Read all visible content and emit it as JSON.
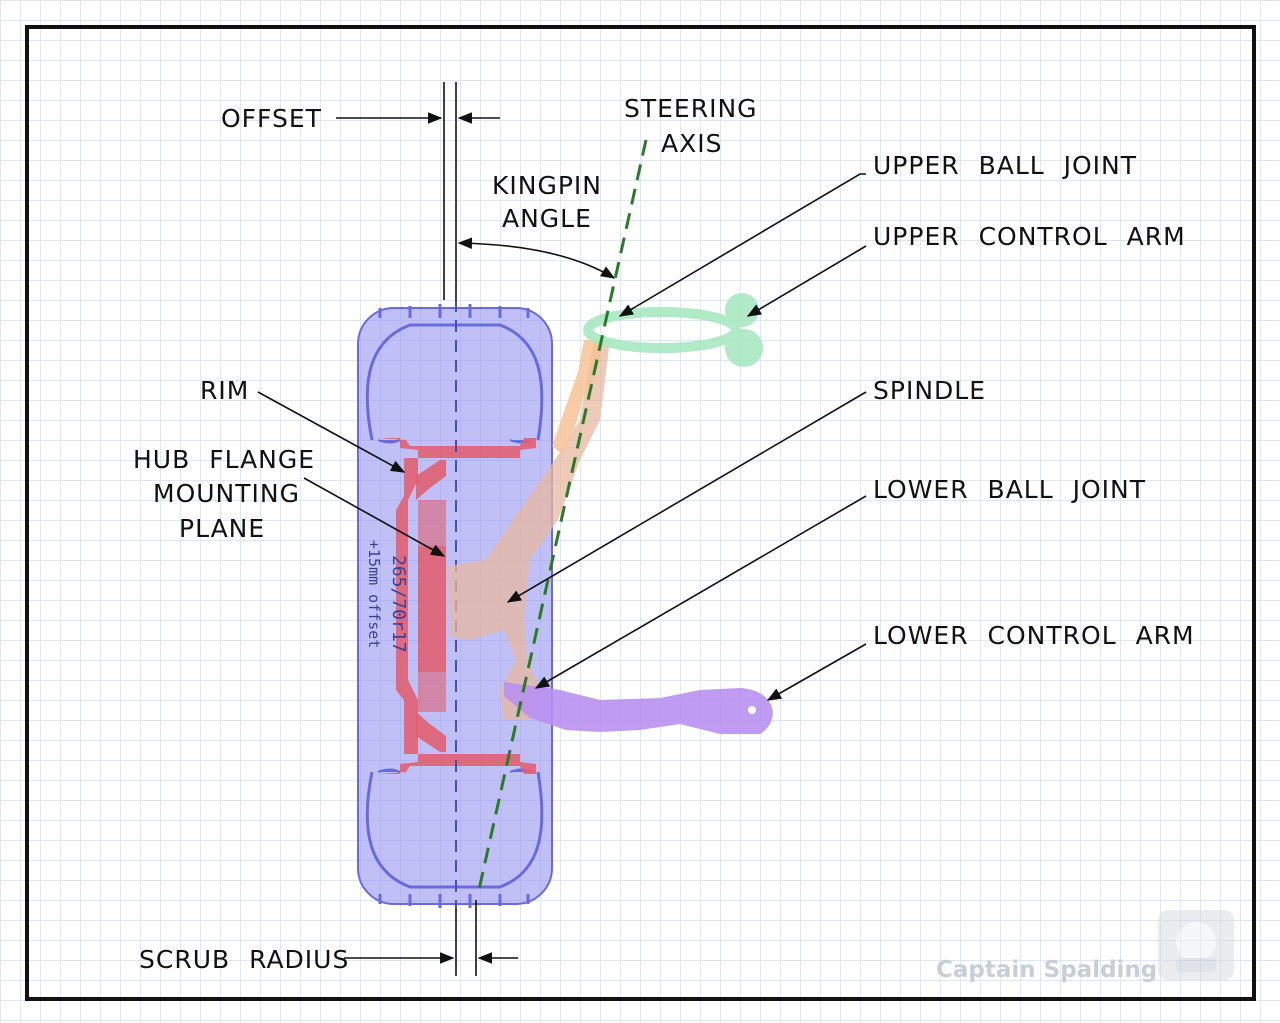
{
  "labels": {
    "offset": "OFFSET",
    "steering_axis_1": "STEERING",
    "steering_axis_2": "AXIS",
    "kingpin_1": "KINGPIN",
    "kingpin_2": "ANGLE",
    "upper_ball_joint": "UPPER BALL JOINT",
    "upper_control_arm": "UPPER CONTROL ARM",
    "rim": "RIM",
    "hub_1": "HUB FLANGE",
    "hub_2": "MOUNTING",
    "hub_3": "PLANE",
    "spindle": "SPINDLE",
    "lower_ball_joint": "LOWER BALL JOINT",
    "lower_control_arm": "LOWER CONTROL ARM",
    "scrub_radius": "SCRUB RADIUS"
  },
  "tyre": {
    "size": "265/70r17",
    "offset_note": "+15mm offset"
  },
  "watermark": "Captain Spalding",
  "colors": {
    "tyre": "#8c8cf0",
    "rim": "#e06070",
    "spindle": "#e8b8a0",
    "upper_arm": "#a8e8c0",
    "knuckle": "#f6c090",
    "lower_arm": "#b890f0",
    "steering_axis": "#2a7a2a",
    "frame": "#111111"
  }
}
